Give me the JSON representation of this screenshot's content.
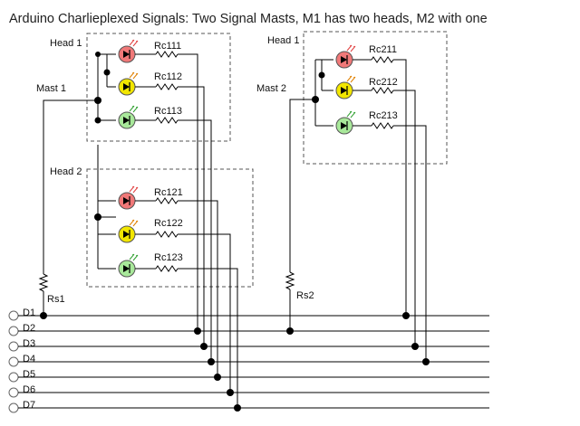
{
  "title": "Arduino Charlieplexed Signals: Two Signal Masts, M1 has two heads, M2 with one",
  "colors": {
    "red_led": "#f07878",
    "yellow_led": "#f2e600",
    "green_led": "#a8e89a",
    "wire": "#000000",
    "dashed_box": "#555555"
  },
  "masts": [
    {
      "label": "Mast 1",
      "resistor": "Rs1",
      "heads": [
        {
          "label": "Head 1",
          "resistors": [
            "Rc111",
            "Rc112",
            "Rc113"
          ]
        },
        {
          "label": "Head 2",
          "resistors": [
            "Rc121",
            "Rc122",
            "Rc123"
          ]
        }
      ]
    },
    {
      "label": "Mast 2",
      "resistor": "Rs2",
      "heads": [
        {
          "label": "Head 1",
          "resistors": [
            "Rc211",
            "Rc212",
            "Rc213"
          ]
        }
      ]
    }
  ],
  "pins": [
    "D1",
    "D2",
    "D3",
    "D4",
    "D5",
    "D6",
    "D7"
  ]
}
